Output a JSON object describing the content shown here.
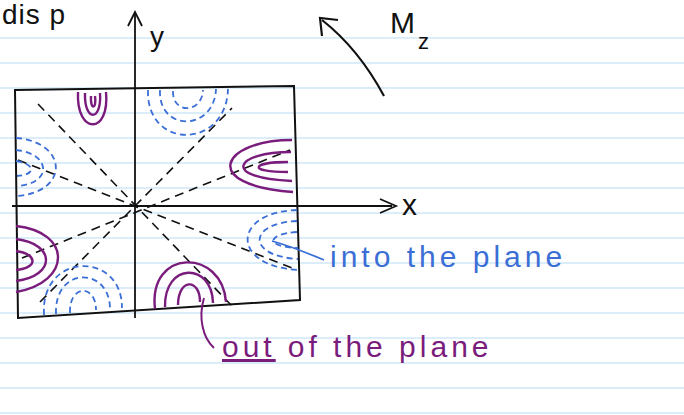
{
  "diagram": {
    "labels": [
      "dis p",
      "y",
      "x",
      "M",
      "z",
      "into the plane",
      "out",
      "of the plane"
    ]
  }
}
